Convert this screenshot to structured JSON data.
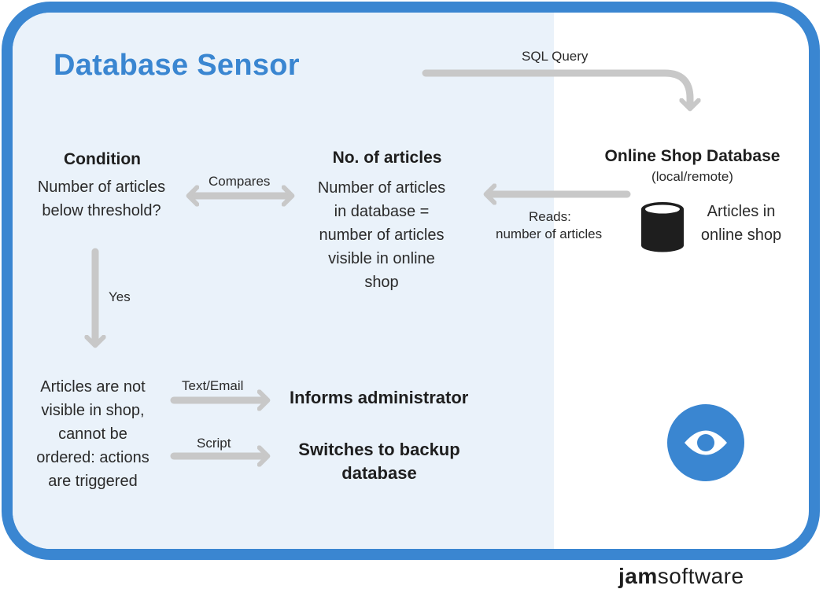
{
  "title": "Database Sensor",
  "edges": {
    "sql_query": "SQL Query",
    "compares": "Compares",
    "reads_line1": "Reads:",
    "reads_line2": "number of articles",
    "yes": "Yes",
    "text_email": "Text/Email",
    "script": "Script"
  },
  "condition": {
    "heading": "Condition",
    "line1": "Number of articles",
    "line2": "below threshold?"
  },
  "articles_count": {
    "heading": "No. of articles",
    "lines": [
      "Number of articles",
      "in database =",
      "number of articles",
      "visible in online",
      "shop"
    ]
  },
  "database": {
    "heading": "Online Shop Database",
    "subheading": "(local/remote)",
    "line1": "Articles in",
    "line2": "online shop"
  },
  "outcome": {
    "lines": [
      "Articles are not",
      "visible in shop,",
      "cannot be",
      "ordered: actions",
      "are triggered"
    ]
  },
  "actions": {
    "informs": "Informs administrator",
    "switch_line1": "Switches to backup",
    "switch_line2": "database"
  },
  "logo": {
    "part1": "jam",
    "part2": "software"
  },
  "icons": {
    "database": "database-cylinder-icon",
    "eye": "eye-icon"
  },
  "colors": {
    "accent": "#3a86d1",
    "panel": "#eaf2fa",
    "arrow": "#c8c8c8"
  }
}
